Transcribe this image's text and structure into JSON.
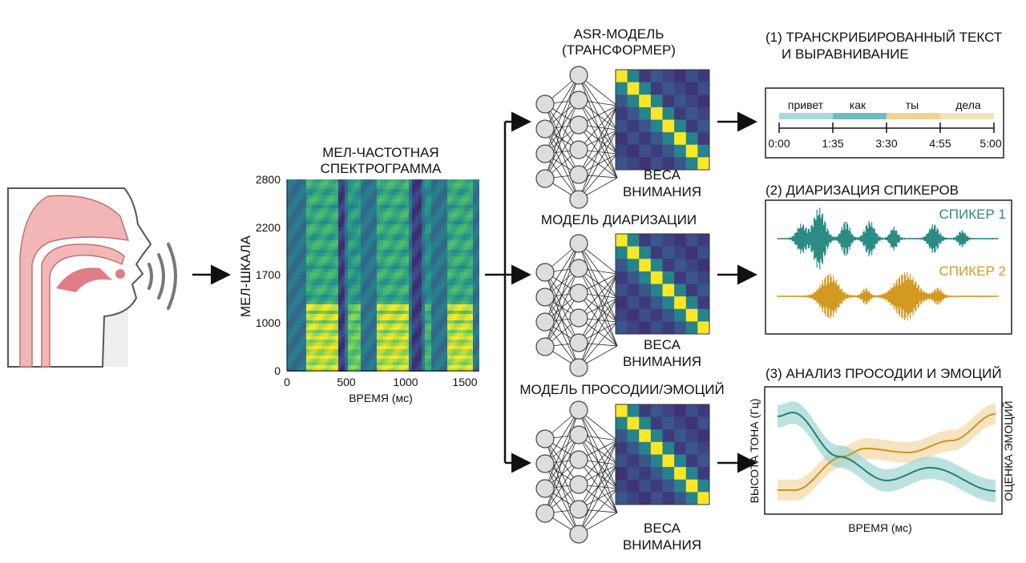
{
  "spectrogram": {
    "title_line1": "МЕЛ-ЧАСТОТНАЯ",
    "title_line2": "СПЕКТРОГРАММА",
    "ylabel": "МЕЛ-ШКАЛА",
    "xlabel": "ВРЕМЯ (мс)",
    "yticks": [
      "2800",
      "2200",
      "1700",
      "1000",
      "0"
    ],
    "xticks": [
      "0",
      "500",
      "1000",
      "1500"
    ]
  },
  "models": [
    {
      "title_line1": "ASR-МОДЕЛЬ",
      "title_line2": "(ТРАНСФОРМЕР)",
      "weights_line1": "ВЕСА",
      "weights_line2": "ВНИМАНИЯ"
    },
    {
      "title_line1": "МОДЕЛЬ ДИАРИЗАЦИИ",
      "weights_line1": "ВЕСА",
      "weights_line2": "ВНИМАНИЯ"
    },
    {
      "title_line1": "МОДЕЛЬ ПРОСОДИИ/ЭМОЦИЙ",
      "weights_line1": "ВЕСА",
      "weights_line2": "ВНИМАНИЯ"
    }
  ],
  "outputs": {
    "transcript": {
      "title_line1": "(1) ТРАНСКРИБИРОВАННЫЙ ТЕКСТ",
      "title_line2": "И ВЫРАВНИВАНИЕ",
      "words": [
        "привет",
        "как",
        "ты",
        "дела"
      ],
      "times": [
        "0:00",
        "1:35",
        "3:30",
        "4:55",
        "5:00"
      ]
    },
    "diarization": {
      "title": "(2) ДИАРИЗАЦИЯ СПИКЕРОВ",
      "speaker1": "СПИКЕР 1",
      "speaker2": "СПИКЕР 2"
    },
    "prosody": {
      "title": "(3) АНАЛИЗ ПРОСОДИИ И ЭМОЦИЙ",
      "ylabel_left": "ВЫСОТА ТОНА (Гц)",
      "ylabel_right": "ОЦЕНКА ЭМОЦИЙ",
      "xlabel": "ВРЕМЯ (мс)"
    }
  },
  "colors": {
    "teal": "#2a8c84",
    "gold": "#d39a22",
    "tealLight": "#9fd6d2",
    "goldLight": "#f2d9a6",
    "skin": "#f2b6b6"
  }
}
